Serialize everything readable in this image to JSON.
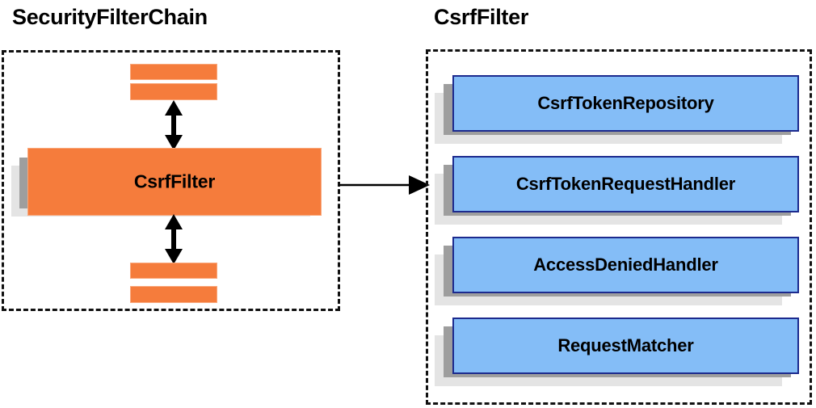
{
  "diagram": {
    "title_left": "SecurityFilterChain",
    "title_right": "CsrfFilter",
    "colors": {
      "orange_fill": "#f57c3c",
      "orange_border": "#f9a77a",
      "blue_fill": "#84bdf7",
      "blue_border": "#1c2a8e",
      "shadow_mid": "#9e9e9e",
      "shadow_back": "#e4e4e4",
      "outline": "#111111",
      "arrow": "#000000",
      "background": "#ffffff"
    }
  },
  "left_panel": {
    "title": "SecurityFilterChain",
    "main_box_label": "CsrfFilter",
    "top_bars": [
      "filter-bar-1",
      "filter-bar-2"
    ],
    "bottom_bars": [
      "filter-bar-3",
      "filter-bar-4"
    ],
    "arrows": [
      "double-headed-arrow-up",
      "double-headed-arrow-down"
    ]
  },
  "right_panel": {
    "title": "CsrfFilter",
    "components": [
      {
        "label": "CsrfTokenRepository"
      },
      {
        "label": "CsrfTokenRequestHandler"
      },
      {
        "label": "AccessDeniedHandler"
      },
      {
        "label": "RequestMatcher"
      }
    ]
  },
  "connector": {
    "name": "csrf-filter-expansion-arrow",
    "from": "CsrfFilter",
    "to": "CsrfFilter details"
  }
}
